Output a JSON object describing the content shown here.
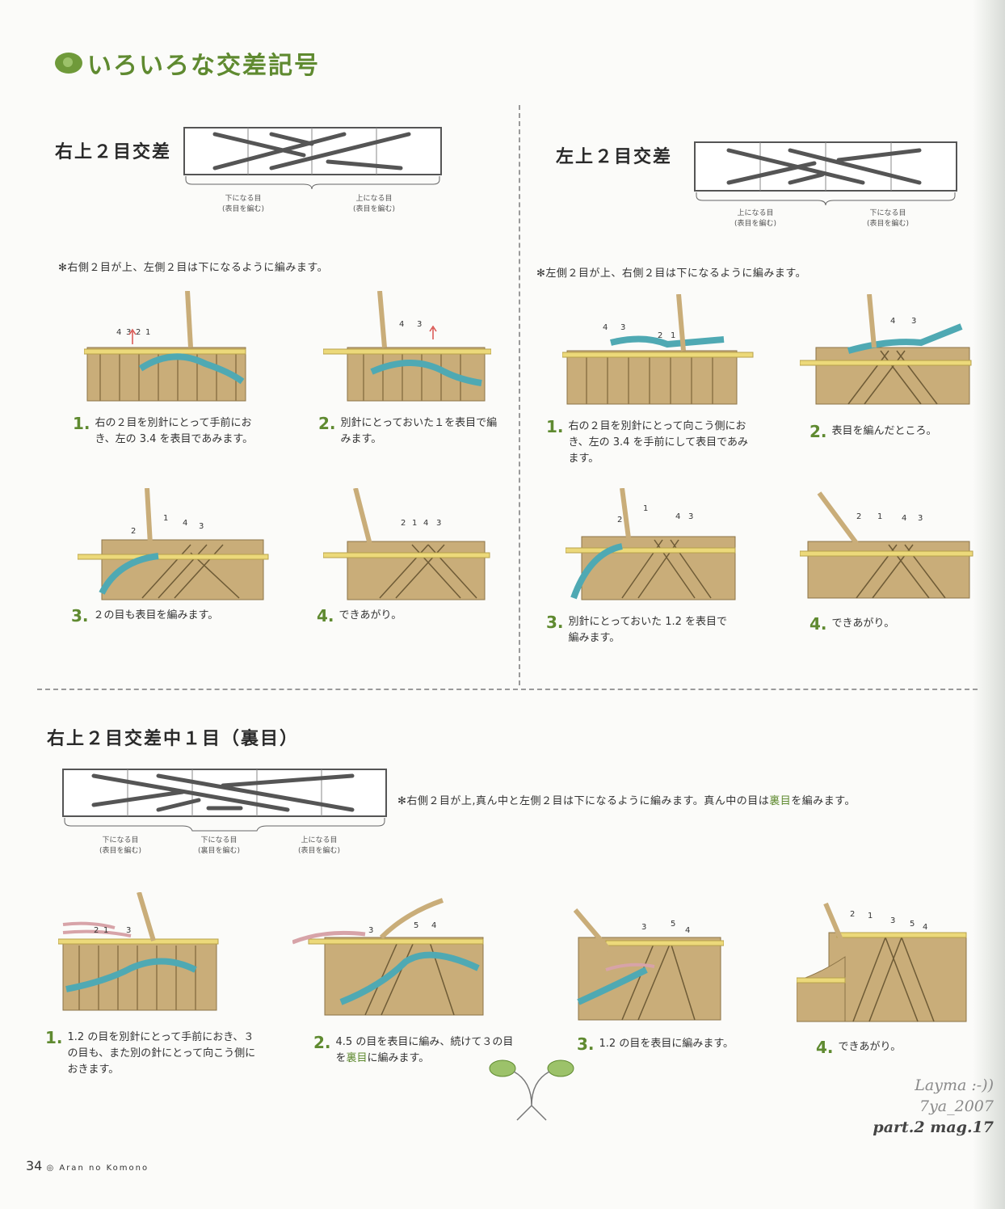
{
  "page_title": "いろいろな交差記号",
  "sections": {
    "right_over_2": {
      "title": "右上２目交差",
      "labels": [
        "下になる目\n(表目を編む)",
        "上になる目\n(表目を編む)"
      ],
      "note": "右側２目が上、左側２目は下になるように編みます。",
      "steps": [
        {
          "num": "1.",
          "text": "右の２目を別針にとって手前におき、左の 3.4 を表目であみます。"
        },
        {
          "num": "2.",
          "text": "別針にとっておいた１を表目で編みます。"
        },
        {
          "num": "3.",
          "text": "２の目も表目を編みます。"
        },
        {
          "num": "4.",
          "text": "できあがり。"
        }
      ],
      "step_numbers": [
        [
          "4",
          "3",
          "2",
          "1"
        ],
        [
          "4",
          "3"
        ],
        [
          "2",
          "1",
          "4",
          "3"
        ],
        [
          "2",
          "1",
          "4",
          "3"
        ]
      ]
    },
    "left_over_2": {
      "title": "左上２目交差",
      "labels": [
        "上になる目\n(表目を編む)",
        "下になる目\n(表目を編む)"
      ],
      "note": "左側２目が上、右側２目は下になるように編みます。",
      "steps": [
        {
          "num": "1.",
          "text": "右の２目を別針にとって向こう側におき、左の 3.4 を手前にして表目であみます。"
        },
        {
          "num": "2.",
          "text": "表目を編んだところ。"
        },
        {
          "num": "3.",
          "text": "別針にとっておいた 1.2 を表目で編みます。"
        },
        {
          "num": "4.",
          "text": "できあがり。"
        }
      ],
      "step_numbers": [
        [
          "4",
          "3",
          "2",
          "1"
        ],
        [
          "4",
          "3"
        ],
        [
          "2",
          "1",
          "4",
          "3"
        ],
        [
          "2",
          "1",
          "4",
          "3"
        ]
      ]
    },
    "right_over_2_center_1": {
      "title": "右上２目交差中１目（裏目）",
      "labels": [
        "下になる目\n(表目を編む)",
        "下になる目\n(裏目を編む)",
        "上になる目\n(表目を編む)"
      ],
      "note_before": "右側２目が上,真ん中と左側２目は下になるように編みます。真ん中の目は",
      "note_highlight": "裏目",
      "note_after": "を編みます。",
      "steps": [
        {
          "num": "1.",
          "text": "1.2 の目を別針にとって手前におき、３の目も、また別の針にとって向こう側におきます。"
        },
        {
          "num": "2.",
          "text_before": "4.5 の目を表目に編み、続けて３の目を",
          "text_highlight": "裏目",
          "text_after": "に編みます。"
        },
        {
          "num": "3.",
          "text": "1.2 の目を表目に編みます。"
        },
        {
          "num": "4.",
          "text": "できあがり。"
        }
      ],
      "step_numbers": [
        [
          "2",
          "1",
          "3"
        ],
        [
          "3",
          "5",
          "4"
        ],
        [
          "3",
          "5",
          "4"
        ],
        [
          "2",
          "1",
          "3",
          "5",
          "4"
        ]
      ]
    }
  },
  "footer": {
    "page_number": "34",
    "book": "Aran no Komono"
  },
  "watermark": {
    "line1": "Layma :-))",
    "line2": "7ya_2007",
    "line3": "part.2 mag.17"
  },
  "colors": {
    "accent_green": "#5f8a30",
    "yarn": "#c9ad79",
    "needle": "#ecd97a",
    "blue_yarn": "#4fa9b3",
    "arrow": "#d9534f"
  }
}
